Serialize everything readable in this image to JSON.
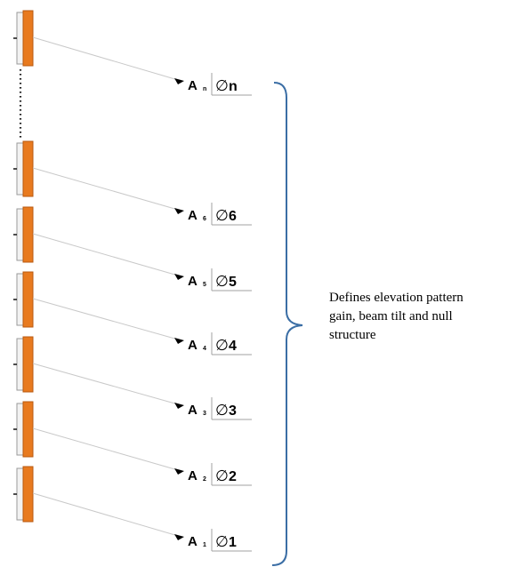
{
  "colors": {
    "element_fill": "#e87a1f",
    "element_edge": "#b85a10",
    "element_backing": "#f2f2f2",
    "feed_line": "#c9c9c9",
    "brace": "#3b6ea5",
    "box_line": "#a0a0a0"
  },
  "elements": [
    {
      "amp_symbol": "A",
      "amp_index": "n",
      "phase_symbol": "∅",
      "phase_index": "n"
    },
    {
      "amp_symbol": "A",
      "amp_index": "6",
      "phase_symbol": "∅",
      "phase_index": "6"
    },
    {
      "amp_symbol": "A",
      "amp_index": "5",
      "phase_symbol": "∅",
      "phase_index": "5"
    },
    {
      "amp_symbol": "A",
      "amp_index": "4",
      "phase_symbol": "∅",
      "phase_index": "4"
    },
    {
      "amp_symbol": "A",
      "amp_index": "3",
      "phase_symbol": "∅",
      "phase_index": "3"
    },
    {
      "amp_symbol": "A",
      "amp_index": "2",
      "phase_symbol": "∅",
      "phase_index": "2"
    },
    {
      "amp_symbol": "A",
      "amp_index": "1",
      "phase_symbol": "∅",
      "phase_index": "1"
    }
  ],
  "annotation": {
    "lines": [
      "Defines elevation pattern",
      "gain, beam tilt and null",
      "structure"
    ]
  },
  "icons": {
    "element": "antenna-element-icon",
    "arrow": "feed-arrow-icon",
    "brace": "curly-brace-icon",
    "ellipsis": "vertical-dotted-ellipsis-icon"
  }
}
